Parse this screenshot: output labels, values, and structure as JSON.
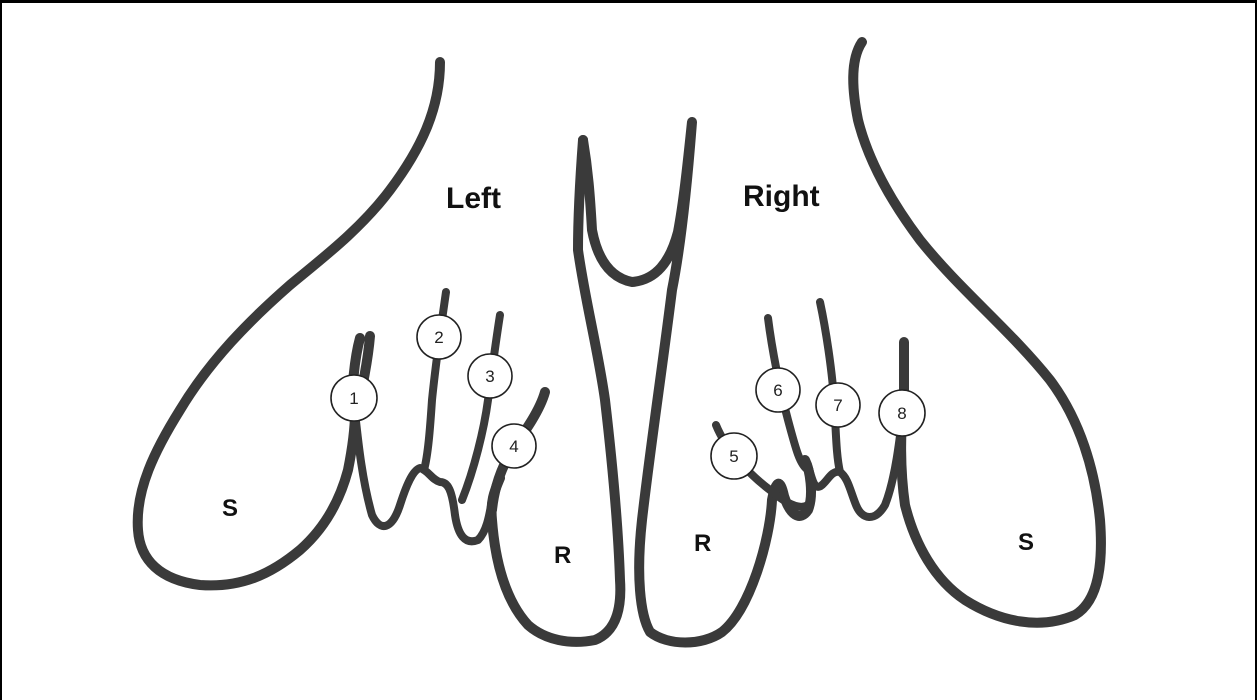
{
  "labels": {
    "left": "Left",
    "right": "Right",
    "s_left": "S",
    "s_right": "S",
    "r_left": "R",
    "r_right": "R"
  },
  "markers": [
    "1",
    "2",
    "3",
    "4",
    "5",
    "6",
    "7",
    "8"
  ],
  "colors": {
    "ink": "#3a3a3a",
    "background": "#ffffff"
  }
}
